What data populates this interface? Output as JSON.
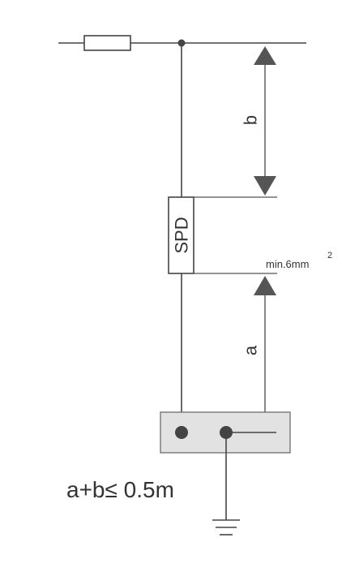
{
  "labels": {
    "device": "SPD",
    "dimension_top": "b",
    "dimension_bottom": "a",
    "wire_spec": "min.6mm",
    "wire_spec_exponent": "2",
    "formula": "a+b≤ 0.5m"
  },
  "icons": {
    "fuse": "fuse-icon",
    "ground": "ground-symbol-icon"
  },
  "colors": {
    "line": "#444444",
    "arrow": "#555555",
    "terminal_fill": "#e2e2e2",
    "terminal_border": "#777777",
    "text": "#333333"
  }
}
